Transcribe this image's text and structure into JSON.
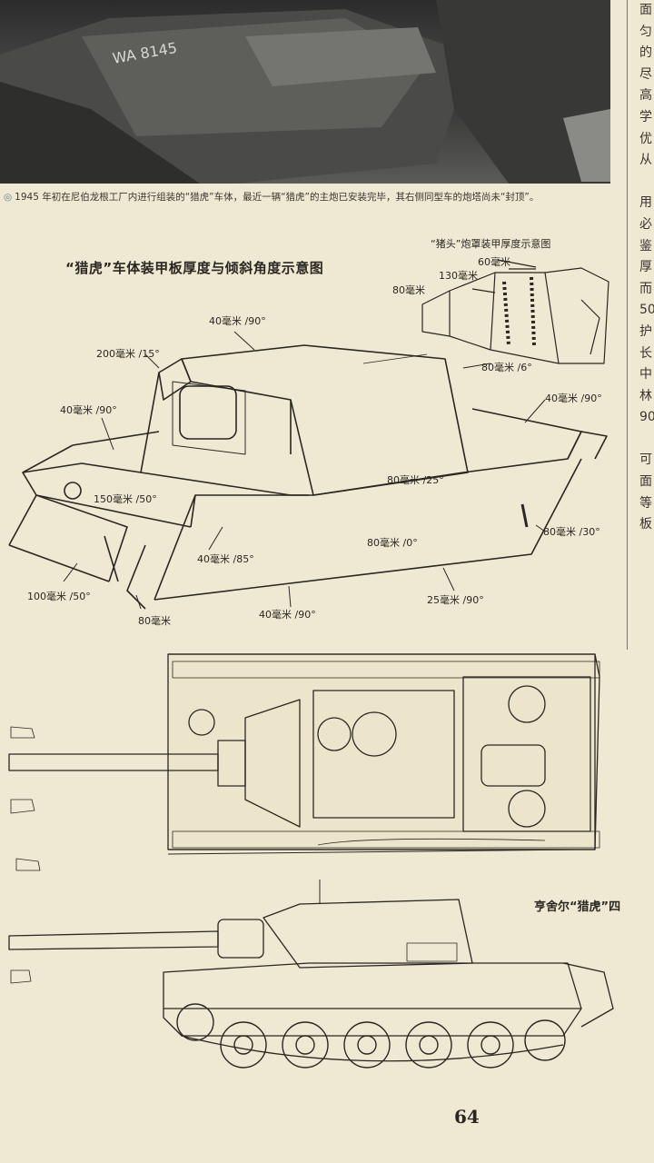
{
  "caption": {
    "mark": "◎",
    "text": "1945 年初在尼伯龙根工厂内进行组装的“猎虎”车体，最近一辆“猎虎”的主炮已安装完毕，其右侧同型车的炮塔尚未“封顶”。"
  },
  "photo_marking": "WA 8145",
  "side_column": [
    "面",
    "匀",
    "的",
    "尽",
    "高",
    "学",
    "优",
    "从",
    "",
    "用",
    "必",
    "鉴",
    "厚",
    "而",
    "50",
    "护",
    "长",
    "中",
    "林",
    "90",
    "",
    "可",
    "面",
    "等",
    "板"
  ],
  "diagram": {
    "title": "“猎虎”车体装甲板厚度与倾斜角度示意图",
    "inset_title": "“猪头”炮罩装甲厚度示意图",
    "labels": {
      "l1": "40毫米 /90°",
      "l2": "200毫米 /15°",
      "l3": "80毫米 /6°",
      "l4": "40毫米 /90°",
      "l5": "40毫米 /90°",
      "l6": "80毫米 /25°",
      "l7": "150毫米 /50°",
      "l8": "80毫米 /0°",
      "l9": "80毫米 /30°",
      "l10": "40毫米 /85°",
      "l11": "100毫米 /50°",
      "l12": "80毫米",
      "l13": "40毫米 /90°",
      "l14": "25毫米 /90°",
      "i1": "60毫米",
      "i2": "130毫米",
      "i3": "80毫米"
    }
  },
  "heading_right": "亨舍尔“猎虎”四",
  "page_number": "64"
}
